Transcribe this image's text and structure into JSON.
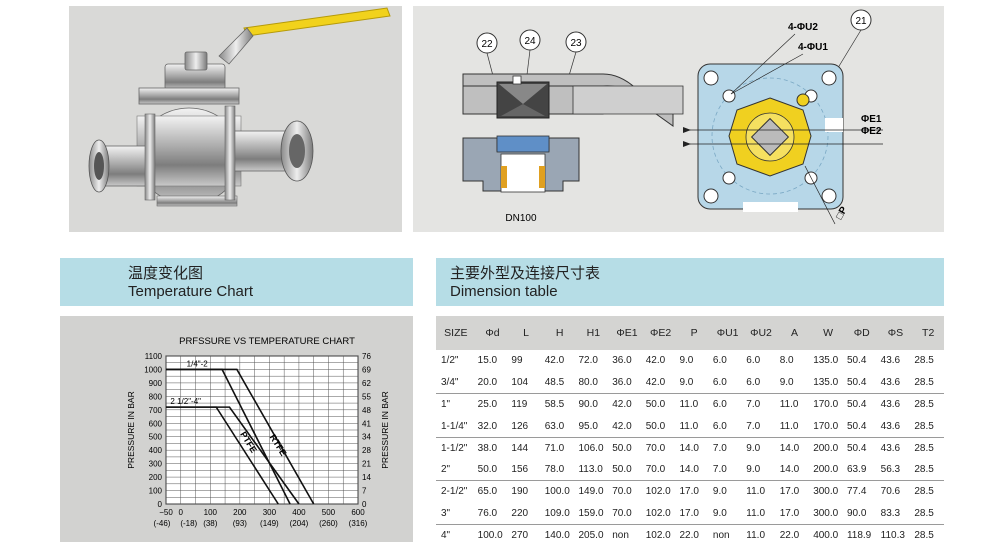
{
  "diagram": {
    "callouts": [
      "22",
      "24",
      "23",
      "21"
    ],
    "caption": "DN100",
    "labels": [
      "4-ΦU2",
      "4-ΦU1",
      "ΦE1",
      "ΦE2",
      "□P"
    ]
  },
  "temperature_section": {
    "title_zh": "温度变化图",
    "title_en": "Temperature Chart"
  },
  "dimension_section": {
    "title_zh": "主要外型及连接尺寸表",
    "title_en": "Dimension table"
  },
  "chart_data": {
    "type": "line",
    "title": "PRFSSURE VS TEMPERATURE CHART",
    "ylabel": "PRESSURE IN BAR",
    "ylabel_right": "PRESSURE IN BAR",
    "x_ticks": [
      -50,
      0,
      100,
      200,
      300,
      400,
      500,
      600
    ],
    "x_ticks_c": [
      "(-46)",
      "(-18)",
      "(38)",
      "(93)",
      "(149)",
      "(204)",
      "(260)",
      "(316)"
    ],
    "y_ticks_left": [
      0,
      100,
      200,
      300,
      400,
      500,
      600,
      700,
      800,
      900,
      1000,
      1100
    ],
    "y_ticks_right": [
      0,
      7,
      14,
      21,
      28,
      34,
      41,
      48,
      55,
      62,
      69,
      76
    ],
    "xlim": [
      -50,
      600
    ],
    "ylim": [
      0,
      1100
    ],
    "grid": true,
    "series": [
      {
        "name": "RTFE",
        "x": [
          -50,
          190,
          450
        ],
        "y": [
          1000,
          1000,
          0
        ]
      },
      {
        "name": "PTFE",
        "x": [
          -50,
          140,
          370
        ],
        "y": [
          1000,
          1000,
          0
        ]
      },
      {
        "name": "",
        "x": [
          -50,
          165,
          400
        ],
        "y": [
          720,
          720,
          0
        ]
      },
      {
        "name": "",
        "x": [
          -50,
          120,
          330
        ],
        "y": [
          720,
          720,
          0
        ]
      }
    ],
    "annotations": [
      "1/4\"-2",
      "2 1/2\"-4\""
    ]
  },
  "dimension_table": {
    "headers": [
      "SIZE",
      "Φd",
      "L",
      "H",
      "H1",
      "ΦE1",
      "ΦE2",
      "P",
      "ΦU1",
      "ΦU2",
      "A",
      "W",
      "ΦD",
      "ΦS",
      "T2"
    ],
    "rows": [
      [
        "1/2\"",
        "15.0",
        "99",
        "42.0",
        "72.0",
        "36.0",
        "42.0",
        "9.0",
        "6.0",
        "6.0",
        "8.0",
        "135.0",
        "50.4",
        "43.6",
        "28.5"
      ],
      [
        "3/4\"",
        "20.0",
        "104",
        "48.5",
        "80.0",
        "36.0",
        "42.0",
        "9.0",
        "6.0",
        "6.0",
        "9.0",
        "135.0",
        "50.4",
        "43.6",
        "28.5"
      ],
      [
        "1\"",
        "25.0",
        "119",
        "58.5",
        "90.0",
        "42.0",
        "50.0",
        "11.0",
        "6.0",
        "7.0",
        "11.0",
        "170.0",
        "50.4",
        "43.6",
        "28.5"
      ],
      [
        "1-1/4\"",
        "32.0",
        "126",
        "63.0",
        "95.0",
        "42.0",
        "50.0",
        "11.0",
        "6.0",
        "7.0",
        "11.0",
        "170.0",
        "50.4",
        "43.6",
        "28.5"
      ],
      [
        "1-1/2\"",
        "38.0",
        "144",
        "71.0",
        "106.0",
        "50.0",
        "70.0",
        "14.0",
        "7.0",
        "9.0",
        "14.0",
        "200.0",
        "50.4",
        "43.6",
        "28.5"
      ],
      [
        "2\"",
        "50.0",
        "156",
        "78.0",
        "113.0",
        "50.0",
        "70.0",
        "14.0",
        "7.0",
        "9.0",
        "14.0",
        "200.0",
        "63.9",
        "56.3",
        "28.5"
      ],
      [
        "2-1/2\"",
        "65.0",
        "190",
        "100.0",
        "149.0",
        "70.0",
        "102.0",
        "17.0",
        "9.0",
        "11.0",
        "17.0",
        "300.0",
        "77.4",
        "70.6",
        "28.5"
      ],
      [
        "3\"",
        "76.0",
        "220",
        "109.0",
        "159.0",
        "70.0",
        "102.0",
        "17.0",
        "9.0",
        "11.0",
        "17.0",
        "300.0",
        "90.0",
        "83.3",
        "28.5"
      ],
      [
        "4\"",
        "100.0",
        "270",
        "140.0",
        "205.0",
        "non",
        "102.0",
        "22.0",
        "non",
        "11.0",
        "22.0",
        "400.0",
        "118.9",
        "110.3",
        "28.5"
      ]
    ]
  }
}
